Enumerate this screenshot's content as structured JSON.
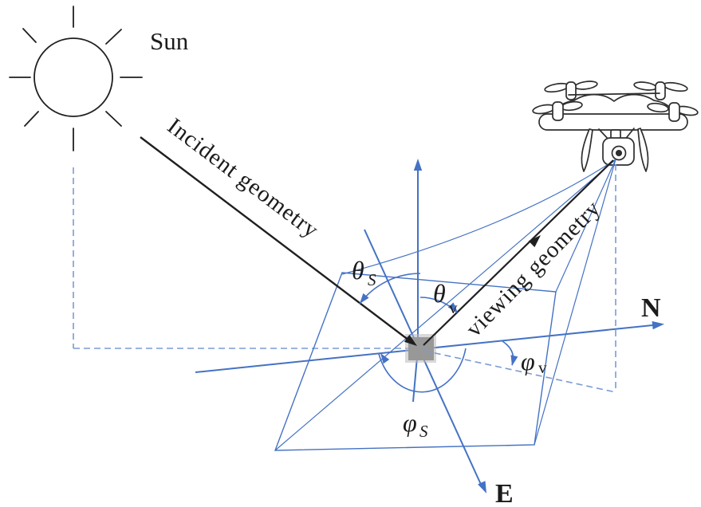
{
  "figure": {
    "description": "Sun-sensor incident and viewing geometry diagram for UAV imaging",
    "background": "#ffffff",
    "labels": {
      "sun": "Sun",
      "incident": "Incident geometry",
      "viewing": "viewing geometry",
      "north_axis": "N",
      "east_axis": "E"
    },
    "angles": {
      "solar_zenith": {
        "symbol": "θ",
        "subscript": "S"
      },
      "view_zenith": {
        "symbol": "θ",
        "subscript": "v"
      },
      "view_azimuth": {
        "symbol": "φ",
        "subscript": "v"
      },
      "solar_azimuth": {
        "symbol": "φ",
        "subscript": "S"
      }
    },
    "colors": {
      "line_blue": "#4472c4",
      "dashed_blue": "#7b9bd2",
      "line_black": "#1f1f1f",
      "drone_ink": "#2e2e2e",
      "target_gray": "#989898"
    }
  }
}
